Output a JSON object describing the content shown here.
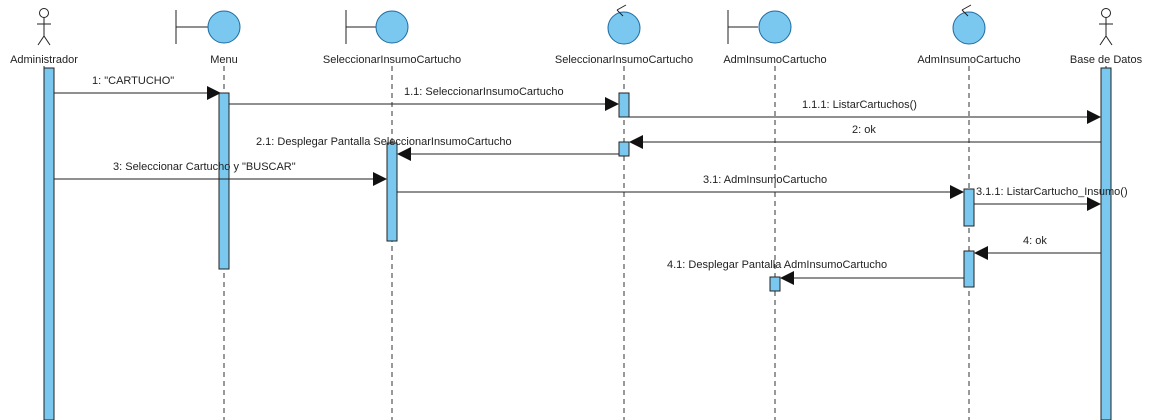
{
  "diagram": {
    "type": "sequence",
    "participants": [
      {
        "id": "administrador",
        "label": "Administrador",
        "kind": "actor"
      },
      {
        "id": "menu",
        "label": "Menu",
        "kind": "boundary"
      },
      {
        "id": "seleccionar-boundary",
        "label": "SeleccionarInsumoCartucho",
        "kind": "boundary"
      },
      {
        "id": "seleccionar-control",
        "label": "SeleccionarInsumoCartucho",
        "kind": "control"
      },
      {
        "id": "adm-boundary",
        "label": "AdmInsumoCartucho",
        "kind": "boundary"
      },
      {
        "id": "adm-control",
        "label": "AdmInsumoCartucho",
        "kind": "control"
      },
      {
        "id": "base-datos",
        "label": "Base de Datos",
        "kind": "actor"
      }
    ],
    "messages": [
      {
        "id": "m1",
        "label": "1: \"CARTUCHO\"",
        "from": "administrador",
        "to": "menu"
      },
      {
        "id": "m1-1",
        "label": "1.1: SeleccionarInsumoCartucho",
        "from": "menu",
        "to": "seleccionar-control"
      },
      {
        "id": "m1-1-1",
        "label": "1.1.1: ListarCartuchos()",
        "from": "seleccionar-control",
        "to": "base-datos"
      },
      {
        "id": "m2",
        "label": "2: ok",
        "from": "base-datos",
        "to": "seleccionar-control"
      },
      {
        "id": "m2-1",
        "label": "2.1: Desplegar Pantalla SeleccionarInsumoCartucho",
        "from": "seleccionar-control",
        "to": "seleccionar-boundary"
      },
      {
        "id": "m3",
        "label": "3: Seleccionar Cartucho y \"BUSCAR\"",
        "from": "administrador",
        "to": "seleccionar-boundary"
      },
      {
        "id": "m3-1",
        "label": "3.1: AdmInsumoCartucho",
        "from": "seleccionar-boundary",
        "to": "adm-control"
      },
      {
        "id": "m3-1-1",
        "label": "3.1.1: ListarCartucho_Insumo()",
        "from": "adm-control",
        "to": "base-datos"
      },
      {
        "id": "m4",
        "label": "4: ok",
        "from": "base-datos",
        "to": "adm-control"
      },
      {
        "id": "m4-1",
        "label": "4.1: Desplegar Pantalla AdmInsumoCartucho",
        "from": "adm-control",
        "to": "adm-boundary"
      }
    ]
  }
}
